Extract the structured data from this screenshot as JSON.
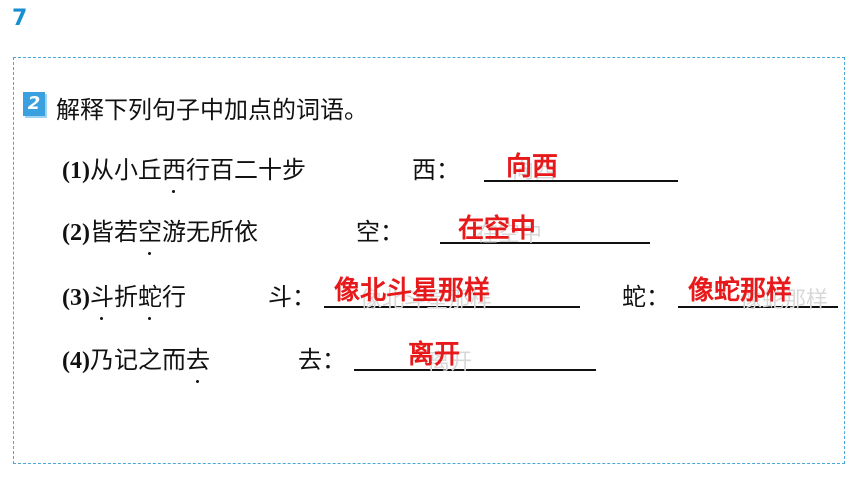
{
  "page_number": "7",
  "question": {
    "badge": "2",
    "title": "解释下列句子中加点的词语。"
  },
  "items": [
    {
      "num": "(1)",
      "pre": "从小丘",
      "dotted": "西",
      "post": "行百二十步",
      "labels": [
        {
          "label": "西：",
          "answer": "向西",
          "ghost": "向西"
        }
      ]
    },
    {
      "num": "(2)",
      "pre": "皆若",
      "dotted": "空",
      "post": "游无所依",
      "labels": [
        {
          "label": "空：",
          "answer": "在空中",
          "ghost": "在空中"
        }
      ]
    },
    {
      "num": "(3)",
      "pre": "",
      "dotted": "斗",
      "mid": "折",
      "dotted2": "蛇",
      "post": "行",
      "labels": [
        {
          "label": "斗：",
          "answer": "像北斗星那样",
          "ghost": "像北斗星那样"
        },
        {
          "label": "蛇：",
          "answer": "像蛇那样",
          "ghost": "像蛇那样"
        }
      ]
    },
    {
      "num": "(4)",
      "pre": "乃记之而",
      "dotted": "去",
      "post": "",
      "labels": [
        {
          "label": "去：",
          "answer": "离开",
          "ghost": "离开"
        }
      ]
    }
  ],
  "colors": {
    "accent": "#1a8fd0",
    "answer": "#e8191b",
    "border": "#4aa8d8"
  }
}
